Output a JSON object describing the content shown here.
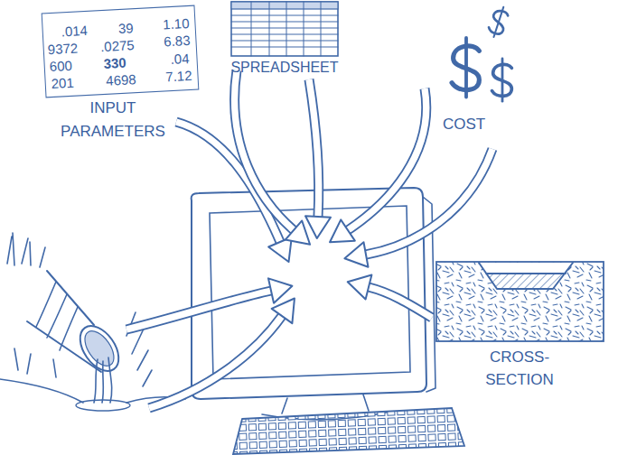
{
  "diagram": {
    "nodes": [
      {
        "text": [
          ".014",
          "39",
          "1.10",
          "9372",
          ".0275",
          "6.83",
          "600",
          "330",
          ".04",
          "201",
          "4698",
          "7.12"
        ]
      },
      {
        "text": [
          "SPREADSHEET"
        ]
      },
      {
        "text": [
          "CROSS-SECTION"
        ]
      }
    ],
    "labels": [
      "INPUT PARAMETERS",
      "COST"
    ]
  }
}
